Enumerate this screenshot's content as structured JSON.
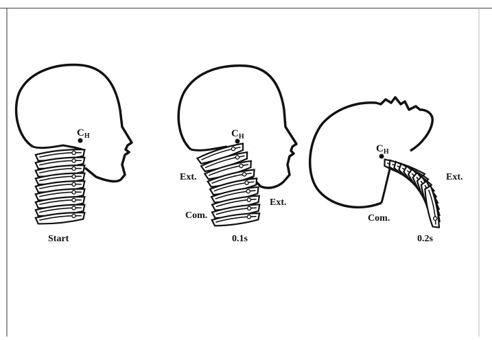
{
  "figure": {
    "captions": [
      "Start",
      "0.1s",
      "0.2s"
    ],
    "center_of_gravity_label": "C",
    "center_of_gravity_subscript": "H",
    "panel_2_labels": {
      "extension_upper": "Ext.",
      "extension_lower": "Ext.",
      "compression": "Com."
    },
    "panel_3_labels": {
      "extension": "Ext.",
      "compression": "Com."
    },
    "colors": {
      "line": "#111111",
      "background": "#ffffff",
      "paper": "#f7f7f7"
    }
  }
}
